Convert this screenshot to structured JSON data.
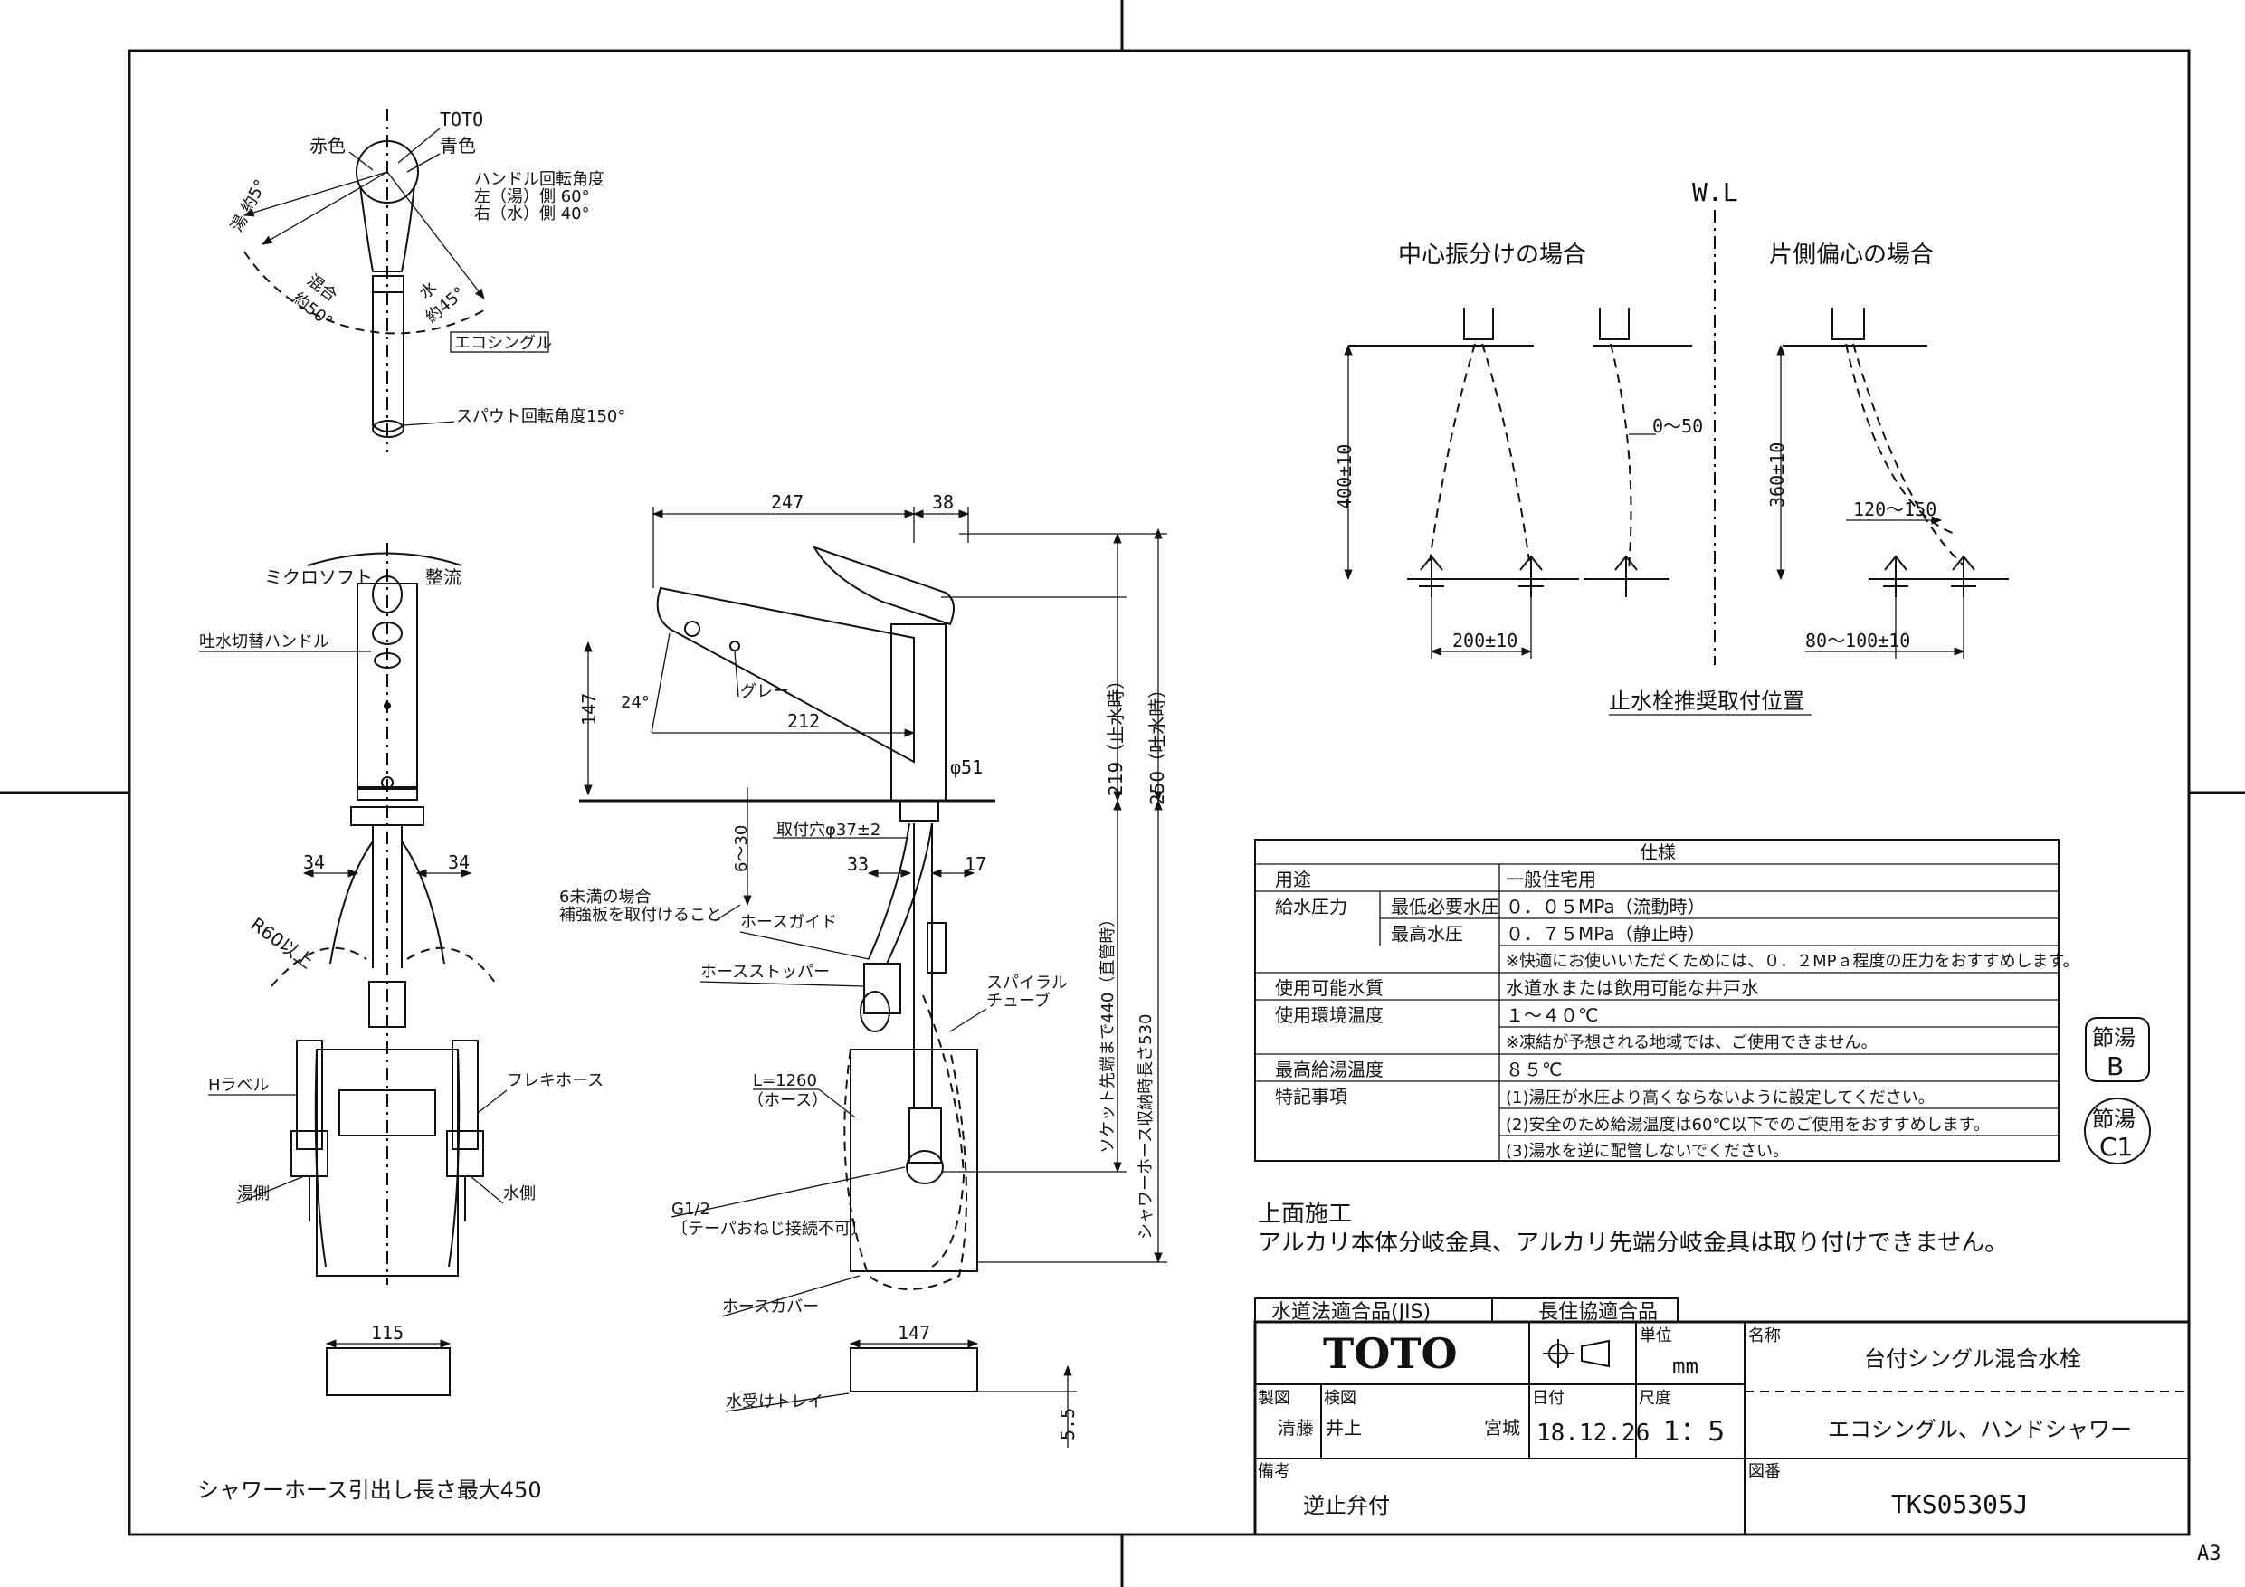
{
  "top_view": {
    "brand": "TOTO",
    "red": "赤色",
    "blue": "青色",
    "handle_rotation": "ハンドル回転角度",
    "left_hot": "左（湯）側 60°",
    "right_cold": "右（水）側 40°",
    "hot": "湯",
    "hot_angle": "約5°",
    "mix": "混合",
    "mix_angle": "約50°",
    "cold": "水",
    "cold_angle": "約45°",
    "eco_single": "エコシングル",
    "spout_rotation": "スパウト回転角度150°"
  },
  "front_view": {
    "micro_soft": "ミクロソフト",
    "straight": "整流",
    "switch_handle": "吐水切替ハンドル",
    "dim_left": "34",
    "dim_right": "34",
    "r60": "R60以上",
    "h_label": "Hラベル",
    "flex_hose": "フレキホース",
    "hot_side": "湯側",
    "cold_side": "水側",
    "width_115": "115",
    "hose_pull": "シャワーホース引出し長さ最大450"
  },
  "side_view": {
    "d247": "247",
    "d38": "38",
    "d147": "147",
    "d24": "24°",
    "grey": "グレー",
    "d212": "212",
    "d51": "φ51",
    "d219": "219（止水時）",
    "d250": "250（吐水時）",
    "hole": "取付穴φ37±2",
    "d6_30": "6～30",
    "d33": "33",
    "d17": "17",
    "reinforce_1": "6未満の場合",
    "reinforce_2": "補強板を取付けること",
    "hose_guide": "ホースガイド",
    "hose_stopper": "ホースストッパー",
    "spiral_1": "スパイラル",
    "spiral_2": "チューブ",
    "socket_440": "ソケット先端まで440（直管時）",
    "storage_530": "シャワーホース収納時長さ530",
    "l1260_1": "L=1260",
    "l1260_2": "（ホース）",
    "g12_1": "G1/2",
    "g12_2": "〔テーパおねじ接続不可〕",
    "hose_cover": "ホースカバー",
    "width_147": "147",
    "tray": "水受けトレイ",
    "d5_5": "5.5"
  },
  "valve_section": {
    "wl": "W.L",
    "center": "中心振分けの場合",
    "one_side": "片側偏心の場合",
    "d400": "400±10",
    "d0_50": "0～50",
    "d360": "360±10",
    "d120_150": "120～150",
    "d200": "200±10",
    "d80_100": "80～100±10",
    "caption": "止水栓推奨取付位置"
  },
  "spec": {
    "title": "仕様",
    "rows": [
      {
        "label": "用途",
        "sub": "",
        "value": "一般住宅用"
      },
      {
        "label": "給水圧力",
        "sub": "最低必要水圧",
        "value": "０．０５MPa（流動時）"
      },
      {
        "label": "",
        "sub": "最高水圧",
        "value": "０．７５MPa（静止時）"
      },
      {
        "label": "",
        "sub": "",
        "value": "※快適にお使いいただくためには、０．２MPａ程度の圧力をおすすめします。"
      },
      {
        "label": "使用可能水質",
        "sub": "",
        "value": "水道水または飲用可能な井戸水"
      },
      {
        "label": "使用環境温度",
        "sub": "",
        "value": "１～４０℃"
      },
      {
        "label": "",
        "sub": "",
        "value": "※凍結が予想される地域では、ご使用できません。"
      },
      {
        "label": "最高給湯温度",
        "sub": "",
        "value": "８５℃"
      },
      {
        "label": "特記事項",
        "sub": "",
        "value": "(1)湯圧が水圧より高くならないように設定してください。"
      },
      {
        "label": "",
        "sub": "",
        "value": "(2)安全のため給湯温度は60℃以下でのご使用をおすすめします。"
      },
      {
        "label": "",
        "sub": "",
        "value": "(3)湯水を逆に配管しないでください。"
      }
    ]
  },
  "stamps": {
    "b_top": "節湯",
    "b_bottom": "B",
    "c1_top": "節湯",
    "c1_bottom": "C1"
  },
  "notes": {
    "line1": "上面施工",
    "line2": "アルカリ本体分岐金具、アルカリ先端分岐金具は取り付けできません。"
  },
  "title_block": {
    "jis": "水道法適合品(JIS)",
    "bl": "長住協適合品",
    "brand": "TOTO",
    "unit_label": "単位",
    "unit": "mm",
    "name_label": "名称",
    "name": "台付シングル混合水栓",
    "series": "エコシングル、ハンドシャワー",
    "made_label": "製図",
    "made": "清藤",
    "check_label": "検図",
    "check_1": "井上",
    "check_2": "宮城",
    "date_label": "日付",
    "date": "18.12.26",
    "scale_label": "尺度",
    "scale": "1：5",
    "remarks_label": "備考",
    "remarks": "逆止弁付",
    "drawing_no_label": "図番",
    "drawing_no": "TKS05305J"
  },
  "sheet_size": "A3"
}
